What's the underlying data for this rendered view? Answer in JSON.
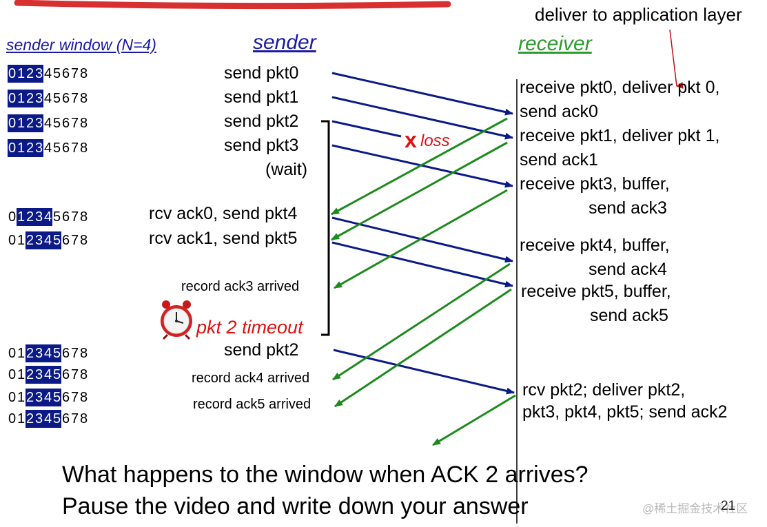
{
  "header_note": "deliver to application layer",
  "columns": {
    "sender_window": "sender window (N=4)",
    "sender": "sender",
    "receiver": "receiver"
  },
  "colors": {
    "data_packet": "#0b1a86",
    "ack": "#1c8a1c",
    "loss": "#e01010",
    "window_highlight": "#0b1a86"
  },
  "windows": [
    {
      "digits": [
        "0",
        "1",
        "2",
        "3",
        "4",
        "5",
        "6",
        "7",
        "8"
      ],
      "highlight": [
        0,
        1,
        2,
        3
      ]
    },
    {
      "digits": [
        "0",
        "1",
        "2",
        "3",
        "4",
        "5",
        "6",
        "7",
        "8"
      ],
      "highlight": [
        0,
        1,
        2,
        3
      ]
    },
    {
      "digits": [
        "0",
        "1",
        "2",
        "3",
        "4",
        "5",
        "6",
        "7",
        "8"
      ],
      "highlight": [
        0,
        1,
        2,
        3
      ]
    },
    {
      "digits": [
        "0",
        "1",
        "2",
        "3",
        "4",
        "5",
        "6",
        "7",
        "8"
      ],
      "highlight": [
        0,
        1,
        2,
        3
      ]
    },
    {
      "digits": [
        "0",
        "1",
        "2",
        "3",
        "4",
        "5",
        "6",
        "7",
        "8"
      ],
      "highlight": [
        1,
        2,
        3,
        4
      ]
    },
    {
      "digits": [
        "0",
        "1",
        "2",
        "3",
        "4",
        "5",
        "6",
        "7",
        "8"
      ],
      "highlight": [
        2,
        3,
        4,
        5
      ]
    },
    {
      "digits": [
        "0",
        "1",
        "2",
        "3",
        "4",
        "5",
        "6",
        "7",
        "8"
      ],
      "highlight": [
        2,
        3,
        4,
        5
      ]
    },
    {
      "digits": [
        "0",
        "1",
        "2",
        "3",
        "4",
        "5",
        "6",
        "7",
        "8"
      ],
      "highlight": [
        2,
        3,
        4,
        5
      ]
    },
    {
      "digits": [
        "0",
        "1",
        "2",
        "3",
        "4",
        "5",
        "6",
        "7",
        "8"
      ],
      "highlight": [
        2,
        3,
        4,
        5
      ]
    },
    {
      "digits": [
        "0",
        "1",
        "2",
        "3",
        "4",
        "5",
        "6",
        "7",
        "8"
      ],
      "highlight": [
        2,
        3,
        4,
        5
      ]
    }
  ],
  "sender_events": {
    "send_pkt0": "send  pkt0",
    "send_pkt1": "send  pkt1",
    "send_pkt2": "send  pkt2",
    "send_pkt3": "send  pkt3",
    "wait": "(wait)",
    "rcv_ack0": "rcv ack0, send pkt4",
    "rcv_ack1": "rcv ack1, send pkt5",
    "record_ack3": "record ack3 arrived",
    "timeout": "pkt 2 timeout",
    "resend_pkt2": "send  pkt2",
    "record_ack4": "record ack4 arrived",
    "record_ack5": "record ack5 arrived"
  },
  "loss": {
    "mark": "x",
    "label": "loss"
  },
  "receiver_events": {
    "r0_line1": "receive pkt0, deliver pkt 0,",
    "r0_line2": "send ack0",
    "r1_line1": "receive pkt1, deliver pkt 1,",
    "r1_line2": "send ack1",
    "r3_line1": "receive pkt3, buffer,",
    "r3_line2": "send ack3",
    "r4_line1": "receive pkt4, buffer,",
    "r4_line2": "send ack4",
    "r5_line1": "receive pkt5, buffer,",
    "r5_line2": "send ack5",
    "r2_line1": "rcv pkt2; deliver pkt2,",
    "r2_line2": "pkt3, pkt4, pkt5; send ack2"
  },
  "question": {
    "line1": "What happens to the window when ACK 2 arrives?",
    "line2": "Pause the video and write down your answer"
  },
  "watermark": "@稀土掘金技术社区",
  "page_number": "21"
}
